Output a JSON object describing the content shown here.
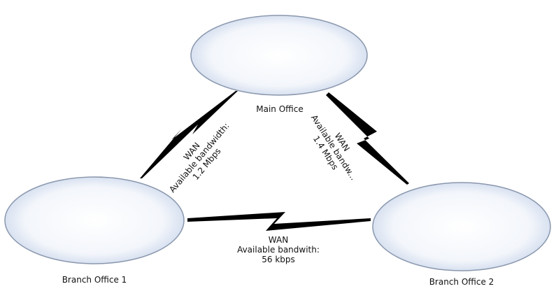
{
  "colors": {
    "site_fill_inner": "#ffffff",
    "site_fill_outer": "#ccd8ec",
    "site_stroke": "#8a97ad",
    "link_line": "#000000"
  },
  "sites": {
    "main_office": {
      "label": "Main Office"
    },
    "branch_office_1": {
      "label": "Branch Office 1"
    },
    "branch_office_2": {
      "label": "Branch Office 2"
    }
  },
  "links": {
    "main_to_branch1": {
      "type": "WAN",
      "caption": "Available bandwidth:",
      "bandwidth": "1.2 Mbps"
    },
    "main_to_branch2": {
      "type": "WAN",
      "caption": "Available bandw...",
      "bandwidth": "1.4 Mbps"
    },
    "branch1_to_branch2": {
      "type": "WAN",
      "caption": "Available bandwith:",
      "bandwidth": "56 kbps"
    }
  }
}
